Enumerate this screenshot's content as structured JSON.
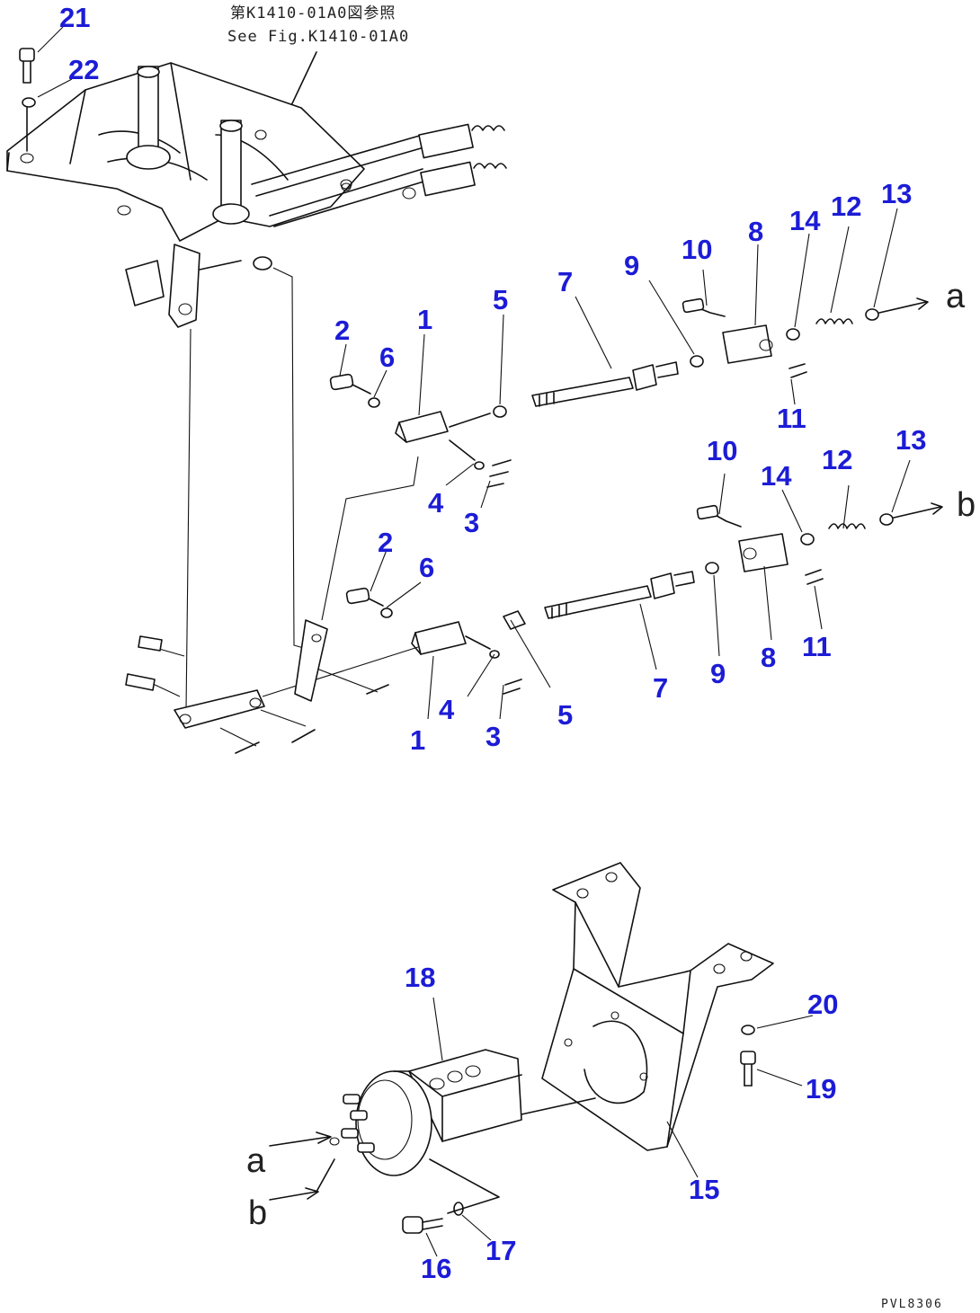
{
  "reference_note": {
    "line_cn": "第K1410-01A0図参照",
    "line_en": "See Fig.K1410-01A0"
  },
  "drawing_code": "PVL8306",
  "flow_labels": {
    "a_top": "a",
    "b_top": "b",
    "a_bottom": "a",
    "b_bottom": "b"
  },
  "callouts": [
    "21",
    "22",
    "2",
    "6",
    "1",
    "5",
    "4",
    "3",
    "7",
    "9",
    "10",
    "8",
    "14",
    "12",
    "13",
    "11",
    "2",
    "6",
    "1",
    "4",
    "3",
    "5",
    "7",
    "9",
    "10",
    "14",
    "12",
    "13",
    "8",
    "11",
    "18",
    "20",
    "19",
    "15",
    "16",
    "17"
  ],
  "colors": {
    "callout": "#1c1cd6",
    "line": "#111111",
    "background": "#ffffff"
  }
}
